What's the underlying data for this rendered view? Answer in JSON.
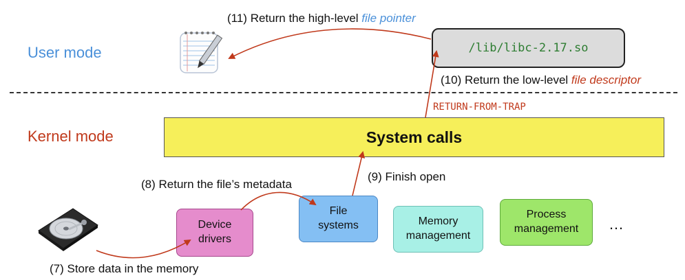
{
  "modes": {
    "user": "User mode",
    "kernel": "Kernel mode"
  },
  "libc_path": "/lib/libc-2.17.so",
  "system_calls": "System calls",
  "boxes": {
    "device_drivers": [
      "Device",
      "drivers"
    ],
    "file_systems": [
      "File",
      "systems"
    ],
    "memory_management": [
      "Memory",
      "management"
    ],
    "process_management": [
      "Process",
      "management"
    ],
    "ellipsis": "…"
  },
  "steps": {
    "s11_prefix": "(11) Return the high-level ",
    "s11_emph": "file pointer",
    "s10_prefix": "(10) Return the low-level ",
    "s10_emph": "file descriptor",
    "return_from_trap": "RETURN-FROM-TRAP",
    "s9": "(9) Finish open",
    "s8": "(8) Return the file’s metadata",
    "s7": "(7) Store data in the memory"
  },
  "colors": {
    "user_mode": "#4a90d9",
    "kernel_mode": "#c0391b",
    "arrow": "#c0391b",
    "system_calls_fill": "#f6ef5a",
    "libc_text": "#2e7d32"
  },
  "icons": [
    "notepad-icon",
    "hard-disk-icon"
  ]
}
